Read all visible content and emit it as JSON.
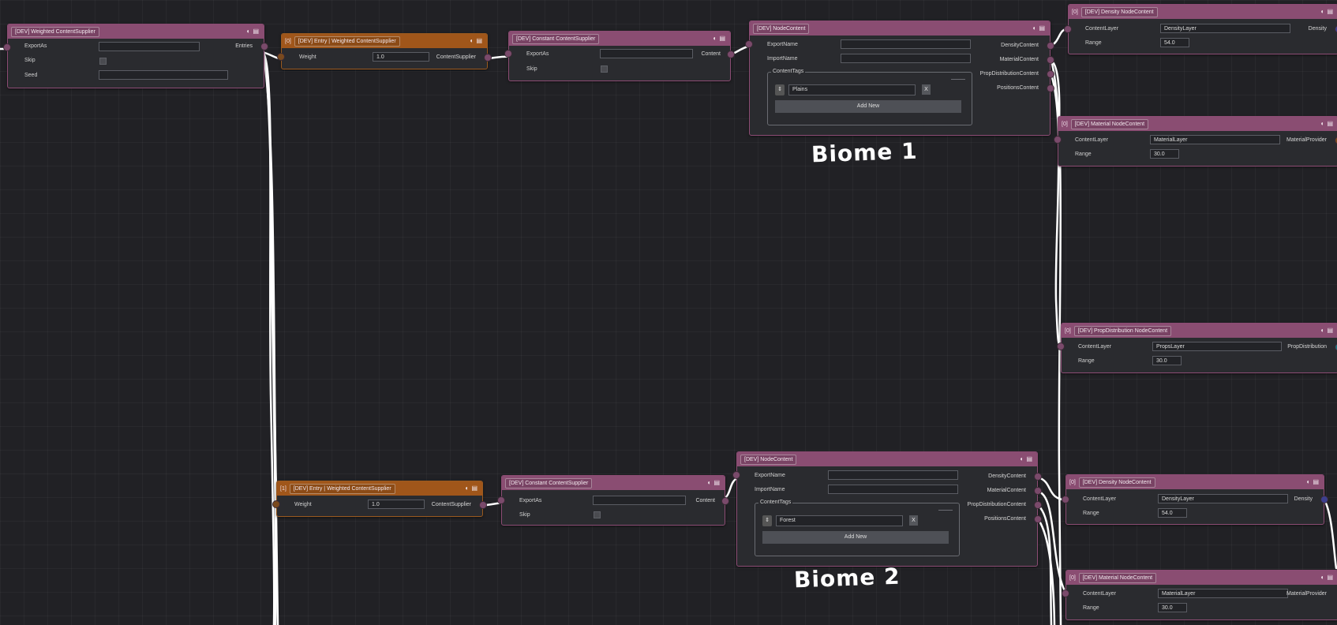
{
  "nodes": {
    "weighted": {
      "title": "[DEV] Weighted ContentSupplier",
      "export_as_label": "ExportAs",
      "export_as_value": "",
      "skip_label": "Skip",
      "seed_label": "Seed",
      "seed_value": "",
      "out_label": "Entries"
    },
    "entry0": {
      "index": "[0]",
      "title": "[DEV] Entry | Weighted ContentSupplier",
      "weight_label": "Weight",
      "weight_value": "1.0",
      "out_label": "ContentSupplier"
    },
    "constant1": {
      "title": "[DEV] Constant ContentSupplier",
      "export_as_label": "ExportAs",
      "export_as_value": "",
      "skip_label": "Skip",
      "out_label": "Content"
    },
    "nodecontent1": {
      "title": "[DEV] NodeContent",
      "export_name_label": "ExportName",
      "import_name_label": "ImportName",
      "content_tags_label": "ContentTags",
      "tag_value": "Plains",
      "x_label": "X",
      "add_new_label": "Add New",
      "out_density": "DensityContent",
      "out_material": "MaterialContent",
      "out_prop": "PropDistributionContent",
      "out_positions": "PositionsContent"
    },
    "density1": {
      "index": "[0]",
      "title": "[DEV] Density NodeContent",
      "layer_label": "ContentLayer",
      "layer_value": "DensityLayer",
      "range_label": "Range",
      "range_value": "54.0",
      "out_label": "Density"
    },
    "material1": {
      "index": "[0]",
      "title": "[DEV] Material NodeContent",
      "layer_label": "ContentLayer",
      "layer_value": "MaterialLayer",
      "range_label": "Range",
      "range_value": "30.0",
      "out_label": "MaterialProvider"
    },
    "prop1": {
      "index": "[0]",
      "title": "[DEV] PropDistribution NodeContent",
      "layer_label": "ContentLayer",
      "layer_value": "PropsLayer",
      "range_label": "Range",
      "range_value": "30.0",
      "out_label": "PropDistribution"
    },
    "entry1": {
      "index": "[1]",
      "title": "[DEV] Entry | Weighted ContentSupplier",
      "weight_label": "Weight",
      "weight_value": "1.0",
      "out_label": "ContentSupplier"
    },
    "constant2": {
      "title": "[DEV] Constant ContentSupplier",
      "export_as_label": "ExportAs",
      "export_as_value": "",
      "skip_label": "Skip",
      "out_label": "Content"
    },
    "nodecontent2": {
      "title": "[DEV] NodeContent",
      "export_name_label": "ExportName",
      "import_name_label": "ImportName",
      "content_tags_label": "ContentTags",
      "tag_value": "Forest",
      "x_label": "X",
      "add_new_label": "Add New",
      "out_density": "DensityContent",
      "out_material": "MaterialContent",
      "out_prop": "PropDistributionContent",
      "out_positions": "PositionsContent"
    },
    "density2": {
      "index": "[0]",
      "title": "[DEV] Density NodeContent",
      "layer_label": "ContentLayer",
      "layer_value": "DensityLayer",
      "range_label": "Range",
      "range_value": "54.0",
      "out_label": "Density"
    },
    "material2": {
      "index": "[0]",
      "title": "[DEV] Material NodeContent",
      "layer_label": "ContentLayer",
      "layer_value": "MaterialLayer",
      "range_label": "Range",
      "range_value": "30.0",
      "out_label": "MaterialProvider"
    }
  },
  "annotations": {
    "biome1": "Biome 1",
    "biome2": "Biome 2"
  },
  "icons": {
    "header_speaker": "speaker-icon",
    "header_comment": "comment-icon",
    "reorder": "reorder-arrows-icon"
  },
  "colors": {
    "background": "#212125",
    "node_header": "#8a4d72",
    "entry_header": "#a0561a",
    "node_body": "#2a2b2f",
    "wire": "#ffffff"
  }
}
